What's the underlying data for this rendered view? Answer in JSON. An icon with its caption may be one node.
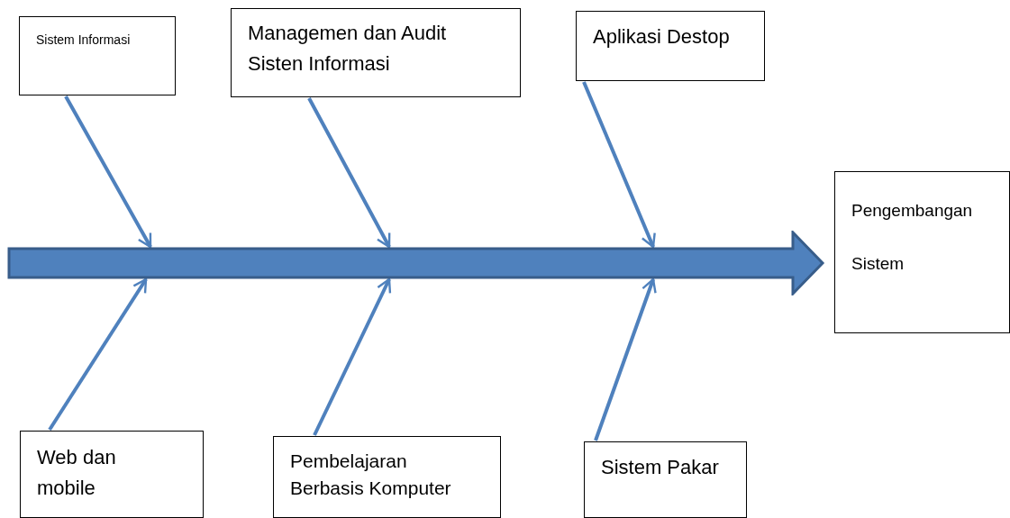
{
  "diagram": {
    "nodes": [
      {
        "text": [
          "Sistem Informasi"
        ]
      },
      {
        "text": [
          "Managemen dan Audit Sisten Informasi"
        ]
      },
      {
        "text": [
          "Aplikasi Destop"
        ]
      },
      {
        "text": [
          "Pengembangan Sistem"
        ]
      },
      {
        "text": [
          "Web dan mobile"
        ]
      },
      {
        "text": [
          "Pembelajaran Berbasis Komputer"
        ]
      },
      {
        "text": [
          "Sistem Pakar"
        ]
      },
      {
        "text": [],
        "shape": "arrow"
      }
    ],
    "edges": [
      {
        "from": 0,
        "to": 7,
        "arrow": "to"
      },
      {
        "from": 1,
        "to": 7,
        "arrow": "to"
      },
      {
        "from": 2,
        "to": 7,
        "arrow": "to"
      },
      {
        "from": 4,
        "to": 7,
        "arrow": "to"
      },
      {
        "from": 5,
        "to": 7,
        "arrow": "to"
      },
      {
        "from": 6,
        "to": 7,
        "arrow": "to"
      }
    ]
  }
}
